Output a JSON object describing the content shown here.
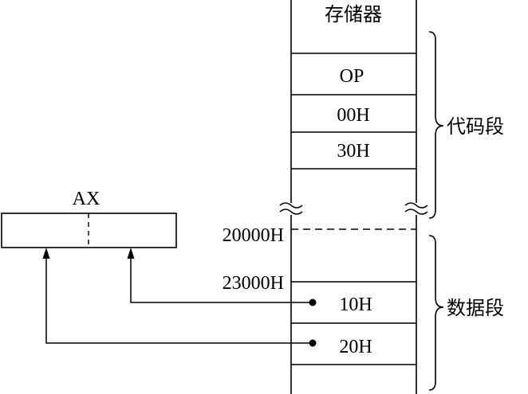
{
  "memory": {
    "title": "存储器",
    "code_cells": [
      "OP",
      "00H",
      "30H"
    ],
    "data_cells": [
      "10H",
      "20H"
    ]
  },
  "register": {
    "name": "AX"
  },
  "addresses": {
    "segment_base": "20000H",
    "data_address": "23000H"
  },
  "segments": {
    "code": "代码段",
    "data": "数据段"
  },
  "colors": {
    "ink": "#000000",
    "background": "#ffffff"
  }
}
